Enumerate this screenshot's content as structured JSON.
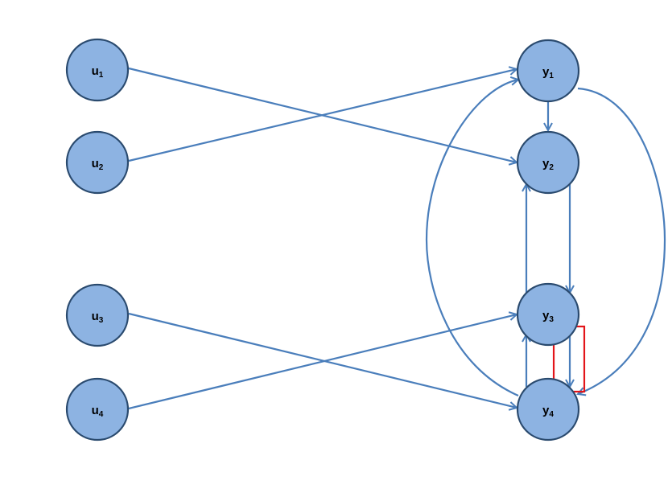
{
  "colors": {
    "node_fill": "#8db3e2",
    "node_stroke": "#2a4a6e",
    "edge": "#4a7ebb",
    "highlight": "#e3151a"
  },
  "nodes": [
    {
      "id": "u1",
      "base": "u",
      "sub": "1"
    },
    {
      "id": "u2",
      "base": "u",
      "sub": "2"
    },
    {
      "id": "u3",
      "base": "u",
      "sub": "3"
    },
    {
      "id": "u4",
      "base": "u",
      "sub": "4"
    },
    {
      "id": "y1",
      "base": "y",
      "sub": "1"
    },
    {
      "id": "y2",
      "base": "y",
      "sub": "2"
    },
    {
      "id": "y3",
      "base": "y",
      "sub": "3"
    },
    {
      "id": "y4",
      "base": "y",
      "sub": "4"
    }
  ],
  "edges": [
    {
      "from": "u1",
      "to": "y2"
    },
    {
      "from": "u2",
      "to": "y1"
    },
    {
      "from": "u3",
      "to": "y4"
    },
    {
      "from": "u4",
      "to": "y3"
    },
    {
      "from": "y1",
      "to": "y2"
    },
    {
      "from": "y2",
      "to": "y3"
    },
    {
      "from": "y3",
      "to": "y2"
    },
    {
      "from": "y3",
      "to": "y4"
    },
    {
      "from": "y4",
      "to": "y3"
    },
    {
      "from": "y4",
      "to": "y1"
    },
    {
      "from": "y1",
      "to": "y4"
    }
  ],
  "highlight": {
    "edge": {
      "from": "y3",
      "to": "y4"
    }
  }
}
